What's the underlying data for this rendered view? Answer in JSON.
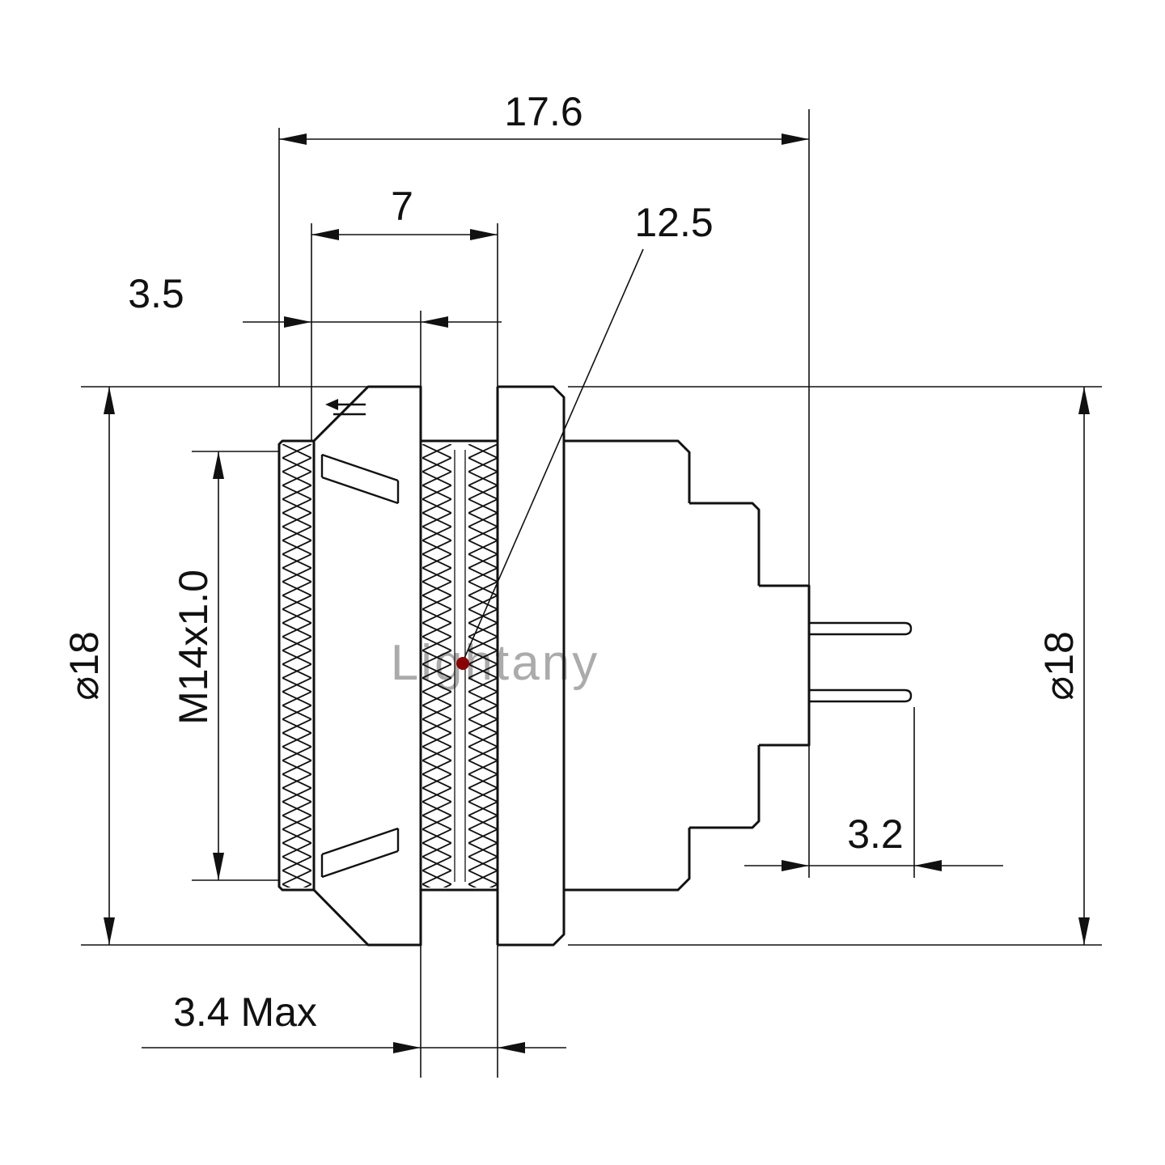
{
  "page": {
    "background": "#ffffff"
  },
  "drawing": {
    "watermark": "Lightany",
    "labels": {
      "overall_length": "17.6",
      "thread_length": "7",
      "insert_depth": "12.5",
      "front_section": "3.5",
      "thread_spec": "M14x1.0",
      "diameter_left": "⌀18",
      "diameter_right": "⌀18",
      "pin_length": "3.2",
      "panel_thickness": "3.4 Max"
    },
    "colors": {
      "line": "#111111",
      "watermark": "#d96a6a",
      "leader_dot": "#8b0000"
    }
  }
}
